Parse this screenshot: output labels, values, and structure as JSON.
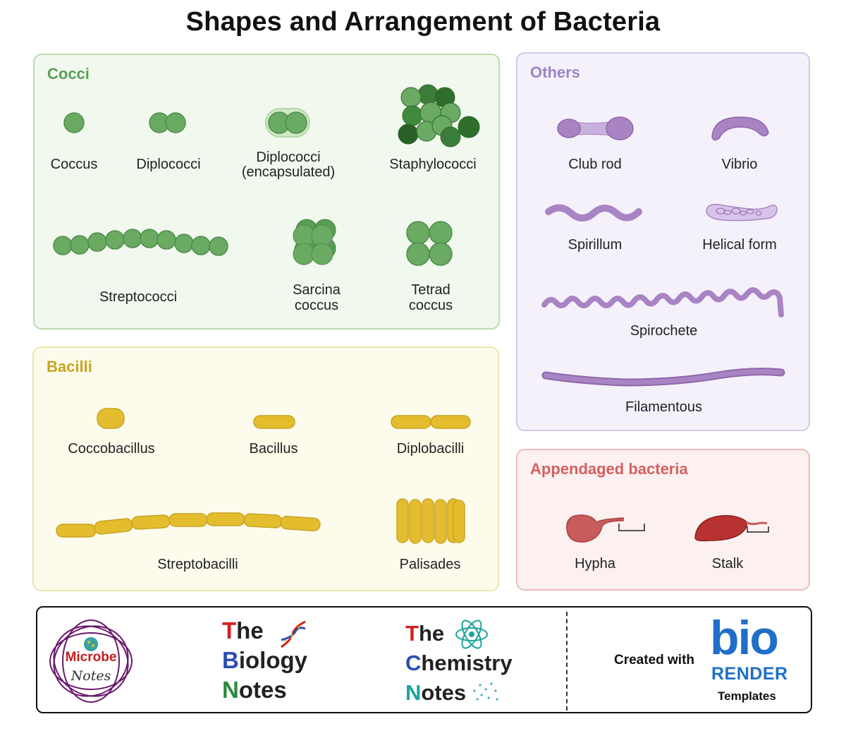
{
  "title": "Shapes and Arrangement of Bacteria",
  "colors": {
    "cocci": "#6aaa63",
    "bacilli": "#e3bd2e",
    "others": "#a984c4",
    "appendaged": "#c85b5b",
    "biorender": "#1f6fc9"
  },
  "cocci": {
    "title": "Cocci",
    "items": {
      "coccus": "Coccus",
      "diplococci": "Diplococci",
      "diplococci_encapsulated_1": "Diplococci",
      "diplococci_encapsulated_2": "(encapsulated)",
      "staphylococci": "Staphylococci",
      "streptococci": "Streptococci",
      "sarcina_1": "Sarcina",
      "sarcina_2": "coccus",
      "tetrad_1": "Tetrad",
      "tetrad_2": "coccus"
    }
  },
  "bacilli": {
    "title": "Bacilli",
    "items": {
      "coccobacillus": "Coccobacillus",
      "bacillus": "Bacillus",
      "diplobacilli": "Diplobacilli",
      "streptobacilli": "Streptobacilli",
      "palisades": "Palisades"
    }
  },
  "others": {
    "title": "Others",
    "items": {
      "club_rod": "Club rod",
      "vibrio": "Vibrio",
      "spirillum": "Spirillum",
      "helical_form": "Helical form",
      "spirochete": "Spirochete",
      "filamentous": "Filamentous"
    }
  },
  "appendaged": {
    "title": "Appendaged bacteria",
    "items": {
      "hypha": "Hypha",
      "stalk": "Stalk"
    }
  },
  "footer": {
    "microbe_1": "Microbe",
    "microbe_2": "Notes",
    "biology": {
      "line1_first": "T",
      "line1_rest": "he",
      "line2_first": "B",
      "line2_rest": "iology",
      "line3_first": "N",
      "line3_rest": "otes"
    },
    "chemistry": {
      "line1_first": "T",
      "line1_rest": "he",
      "line2_first": "C",
      "line2_rest": "hemistry",
      "line3_first": "N",
      "line3_rest": "otes"
    },
    "created_with": "Created with",
    "bio": "bio",
    "render": "RENDER",
    "templates": "Templates"
  }
}
